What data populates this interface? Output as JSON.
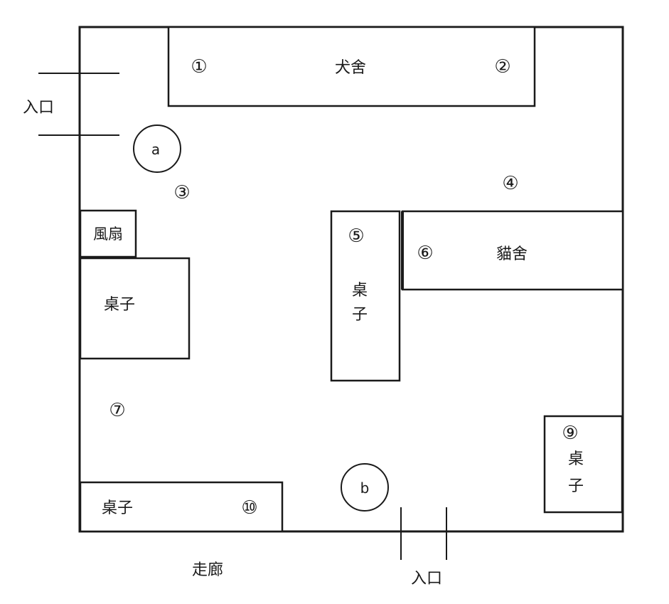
{
  "labels": {
    "entrance_left": "入口",
    "entrance_bottom": "入口",
    "corridor": "走廊",
    "kennel": "犬舍",
    "cattery": "貓舍",
    "fan": "風扇",
    "table_left": "桌子",
    "table_center_1": "桌",
    "table_center_2": "子",
    "table_right_1": "桌",
    "table_right_2": "子",
    "table_bottom": "桌子"
  },
  "markers": {
    "m1": "①",
    "m2": "②",
    "m3": "③",
    "m4": "④",
    "m5": "⑤",
    "m6": "⑥",
    "m7": "⑦",
    "m9": "⑨",
    "m10": "⑩"
  },
  "circles": {
    "a": "a",
    "b": "b"
  }
}
